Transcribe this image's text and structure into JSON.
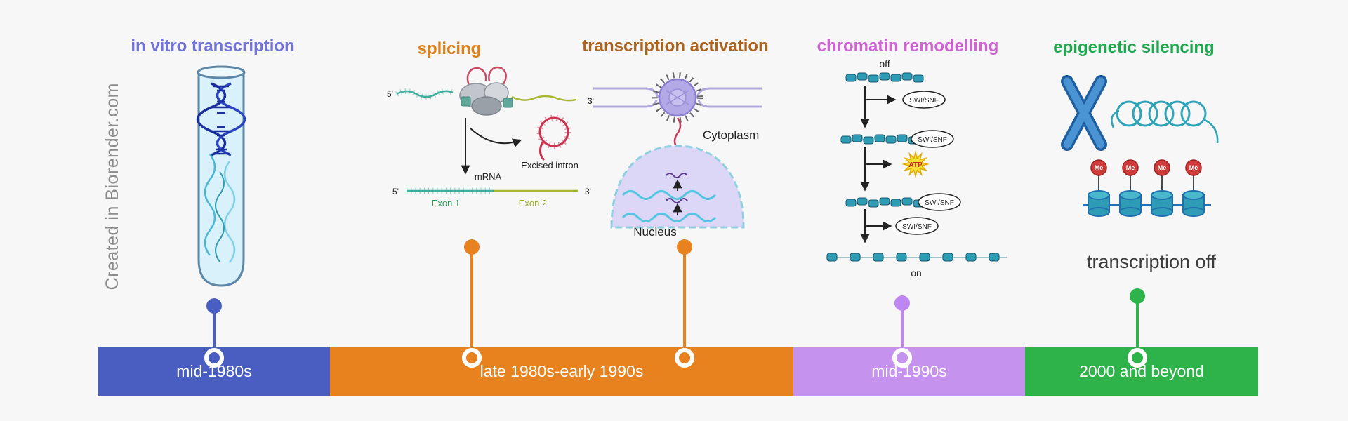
{
  "watermark": "Created in Biorender.com",
  "events": [
    {
      "title": "in vitro transcription",
      "color": "#7173d6"
    },
    {
      "title": "splicing",
      "color": "#df8119"
    },
    {
      "title": "transcription activation",
      "color": "#aa621c"
    },
    {
      "title": "chromatin remodelling",
      "color": "#cf63d3"
    },
    {
      "title": "epigenetic silencing",
      "color": "#1ea84e"
    }
  ],
  "timeline": {
    "segments": [
      {
        "label": "mid-1980s",
        "color": "#4a5ec2"
      },
      {
        "label": "late 1980s-early 1990s",
        "color": "#e8821e"
      },
      {
        "label": "mid-1990s",
        "color": "#c592ee"
      },
      {
        "label": "2000 and beyond",
        "color": "#2db34a"
      }
    ]
  },
  "splicing": {
    "five_prime": "5'",
    "three_prime": "3'",
    "excised_intron": "Excised intron",
    "mrna": "mRNA",
    "exon1": "Exon 1",
    "exon2": "Exon 2"
  },
  "transcription_activation": {
    "cytoplasm": "Cytoplasm",
    "nucleus": "Nucleus"
  },
  "chromatin_remodelling": {
    "off": "off",
    "on": "on",
    "swi_snf": "SWI/SNF",
    "atp": "ATP"
  },
  "epigenetic_silencing": {
    "me": "Me",
    "transcription_off": "transcription off"
  }
}
